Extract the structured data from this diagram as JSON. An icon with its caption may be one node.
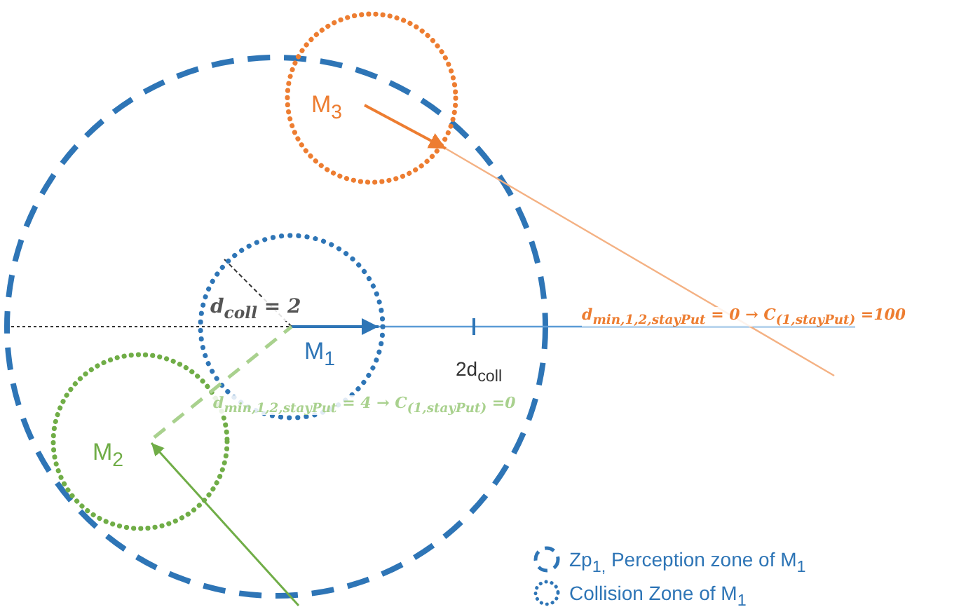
{
  "diagram": {
    "labels": [
      "M$_{3}$",
      "d$_{coll}$ = 2",
      "M$_{1}$",
      "2d$_{coll}$",
      "d$_{min,1,2,stayPut}$ = 0 → C$_{(1,stayPut)}$ =100",
      "M$_{2}$",
      "d$_{min,1,2,stayPut}$ = 4 → C$_{(1,stayPut)}$ =0"
    ],
    "legend": [
      {
        "text": "Zp$_{1,}$ Perception zone of M$_{1}$"
      },
      {
        "text": "Collision Zone of M$_{1}$"
      }
    ]
  }
}
